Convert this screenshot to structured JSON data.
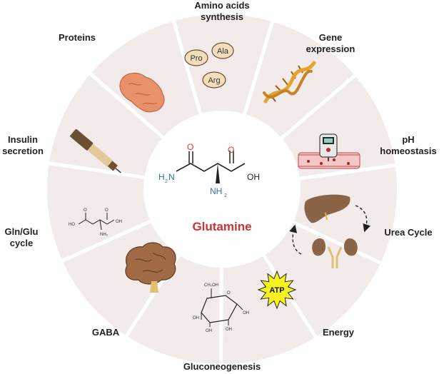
{
  "center": {
    "title": "Glutamine",
    "atoms": {
      "o1": "O",
      "o2": "O",
      "h2n": "H",
      "n_left": "N",
      "oh": "OH",
      "nh_n": "NH",
      "sub2": "2"
    }
  },
  "labels": {
    "amino_l1": "Amino acids",
    "amino_l2": "synthesis",
    "gene_l1": "Gene",
    "gene_l2": "expression",
    "ph_l1": "pH",
    "ph_l2": "homeostasis",
    "urea": "Urea Cycle",
    "energy": "Energy",
    "gluco": "Gluconeogenesis",
    "gaba": "GABA",
    "glnglu_l1": "Gln/Glu",
    "glnglu_l2": "cycle",
    "insulin_l1": "Insulin",
    "insulin_l2": "secretion",
    "proteins": "Proteins"
  },
  "amino_acids": [
    "Pro",
    "Ala",
    "Arg"
  ],
  "atp": "ATP",
  "glucose": {
    "ch2oh": "CH₂OH",
    "o": "O",
    "oh_left": "OH",
    "oh_a": "OH",
    "oh_b": "OH",
    "oh_right": "OH"
  },
  "glnglu": {
    "ho_left": "HO",
    "o_a": "O",
    "o_b": "O",
    "oh_right": "OH",
    "nh2": "NH₂"
  },
  "colors": {
    "ring": "#f2ebea",
    "separator": "#ffffff",
    "title": "#cc3333",
    "nitrogen": "#2e6fb0",
    "oxygen": "#d93a2b",
    "dna_gold": "#e4a32c",
    "dna_brown": "#9a5a1c",
    "brain": "#a06a44",
    "liver": "#8a6446",
    "atp_star": "#f7f11e"
  },
  "icons": [
    "amino-acid-bubbles",
    "dna-helix-icon",
    "glucometer-icon",
    "liver-icon",
    "kidney-icon",
    "atp-burst-icon",
    "glucose-structure",
    "brain-icon",
    "glutamate-structure",
    "insulin-pen-icon",
    "protein-blob-icon"
  ]
}
